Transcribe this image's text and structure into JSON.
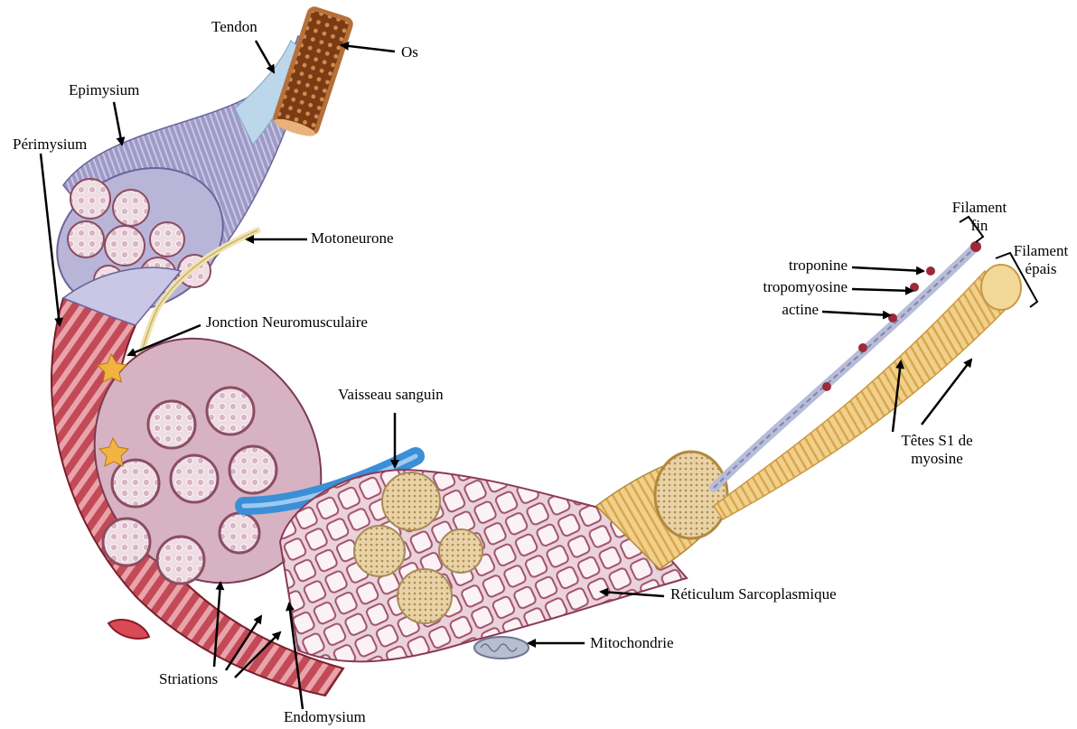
{
  "labels": {
    "tendon": "Tendon",
    "os": "Os",
    "epimysium": "Epimysium",
    "perimysium": "Périmysium",
    "motoneurone": "Motoneurone",
    "jonction": "Jonction Neuromusculaire",
    "vaisseau": "Vaisseau sanguin",
    "filament_fin_1": "Filament",
    "filament_fin_2": "fin",
    "filament_epais_1": "Filament",
    "filament_epais_2": "épais",
    "troponine": "troponine",
    "tropomyosine": "tropomyosine",
    "actine": "actine",
    "tetes_1": "Têtes S1 de",
    "tetes_2": "myosine",
    "reticulum": "Réticulum Sarcoplasmique",
    "mitochondrie": "Mitochondrie",
    "striations": "Striations",
    "endomysium": "Endomysium"
  },
  "colors": {
    "muscle_red": "#b23a48",
    "connective_purple": "#8a86b8",
    "fiber_pink": "#e6c4d2",
    "vessel_blue": "#3a8fd6",
    "myofibril_yellow": "#e8c070",
    "bone": "#c8894a"
  }
}
